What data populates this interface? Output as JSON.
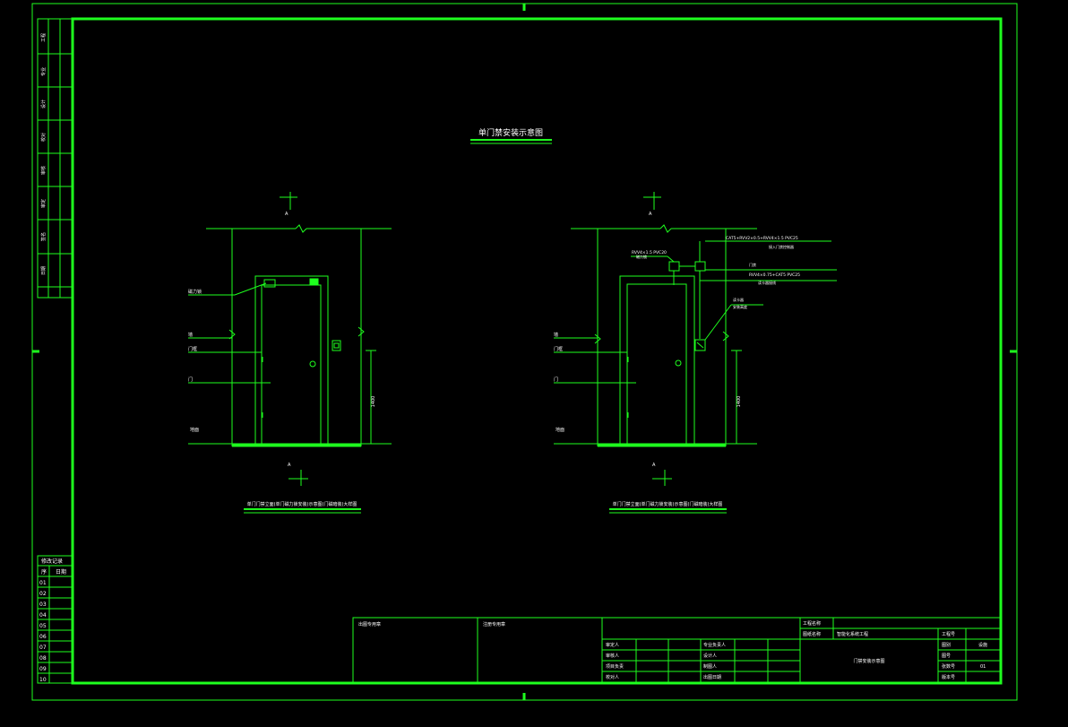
{
  "drawing": {
    "title": "单门禁安装示意图",
    "left_view": {
      "caption": "单门门禁立面(单门磁力锁安装)示意图(门磁暗装)大样图",
      "section_mark": "A",
      "dimension": "1400",
      "labels": [
        "磁力锁",
        "墙",
        "门框",
        "门",
        "地面"
      ]
    },
    "right_view": {
      "caption": "单门门禁立面(单门磁力锁安装)示意图(门磁暗装)大样图",
      "section_mark": "A",
      "dimension": "1400",
      "labels": [
        "墙",
        "门框",
        "门",
        "地面"
      ],
      "callouts": [
        "RVV4×1.5 PVC20",
        "磁力锁",
        "CAT5+RVV2×0.5+RVV4×1.5 PVC25",
        "接入门禁控制器",
        "门禁",
        "RVV4×0.75+CAT5 PVC25",
        "读卡器接线",
        "读卡器",
        "安装高度"
      ]
    }
  },
  "left_strip": {
    "cells": [
      "工程",
      "专业",
      "设计",
      "校对",
      "审核",
      "审定",
      "签名",
      "日期"
    ]
  },
  "revision_table": {
    "header": "修改记录",
    "col_no": "序",
    "col_date": "日期",
    "rows": [
      "01",
      "02",
      "03",
      "04",
      "05",
      "06",
      "07",
      "08",
      "09",
      "10"
    ]
  },
  "title_block": {
    "stamp1": "出图专用章",
    "stamp2": "注册专用章",
    "project_label": "工程名称",
    "item_label": "图纸名称",
    "item_value": "智能化系统工程",
    "project_no_label": "工程号",
    "roles_left": [
      "审定人",
      "审核人",
      "项目负责",
      "校对人"
    ],
    "roles_right": [
      "专业负责人",
      "设计人",
      "制图人",
      "出图日期"
    ],
    "sheet_title": "门禁安装示意图",
    "type_label": "图别",
    "type_value": "设施",
    "no_label": "图号",
    "sheet_label": "张数号",
    "sheet_value": "01",
    "date_label": "版本号"
  }
}
